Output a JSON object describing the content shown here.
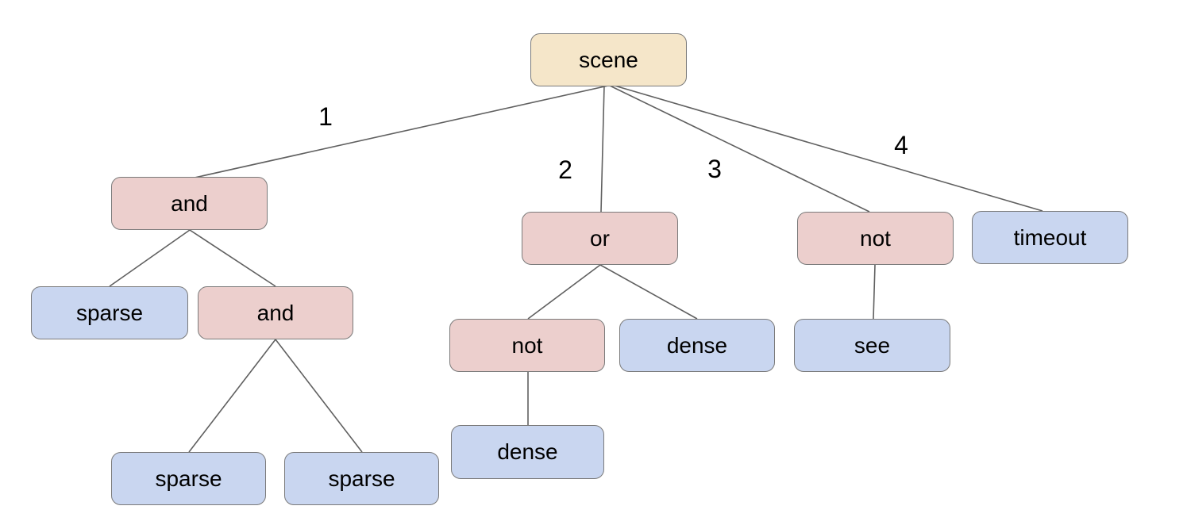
{
  "tree": {
    "nodes": [
      {
        "id": "scene",
        "label": "scene",
        "role": "root"
      },
      {
        "id": "and-1",
        "label": "and",
        "role": "operator"
      },
      {
        "id": "or-1",
        "label": "or",
        "role": "operator"
      },
      {
        "id": "not-1",
        "label": "not",
        "role": "operator"
      },
      {
        "id": "timeout",
        "label": "timeout",
        "role": "leaf"
      },
      {
        "id": "sparse-1",
        "label": "sparse",
        "role": "leaf"
      },
      {
        "id": "and-2",
        "label": "and",
        "role": "operator"
      },
      {
        "id": "not-2",
        "label": "not",
        "role": "operator"
      },
      {
        "id": "dense-1",
        "label": "dense",
        "role": "leaf"
      },
      {
        "id": "see-1",
        "label": "see",
        "role": "leaf"
      },
      {
        "id": "sparse-2",
        "label": "sparse",
        "role": "leaf"
      },
      {
        "id": "sparse-3",
        "label": "sparse",
        "role": "leaf"
      },
      {
        "id": "dense-2",
        "label": "dense",
        "role": "leaf"
      }
    ],
    "edges": [
      {
        "from": "scene",
        "to": "and-1",
        "label": "1"
      },
      {
        "from": "scene",
        "to": "or-1",
        "label": "2"
      },
      {
        "from": "scene",
        "to": "not-1",
        "label": "3"
      },
      {
        "from": "scene",
        "to": "timeout",
        "label": "4"
      },
      {
        "from": "and-1",
        "to": "sparse-1",
        "label": ""
      },
      {
        "from": "and-1",
        "to": "and-2",
        "label": ""
      },
      {
        "from": "and-2",
        "to": "sparse-2",
        "label": ""
      },
      {
        "from": "and-2",
        "to": "sparse-3",
        "label": ""
      },
      {
        "from": "or-1",
        "to": "not-2",
        "label": ""
      },
      {
        "from": "or-1",
        "to": "dense-1",
        "label": ""
      },
      {
        "from": "not-2",
        "to": "dense-2",
        "label": ""
      },
      {
        "from": "not-1",
        "to": "see-1",
        "label": ""
      }
    ],
    "colors": {
      "background": "#ffffff",
      "root_fill": "#f5e6c9",
      "operator_fill": "#eccfcd",
      "leaf_fill": "#c9d6f0",
      "node_border": "#7a7a7a",
      "edge_line": "#606060",
      "text": "#000000"
    }
  }
}
